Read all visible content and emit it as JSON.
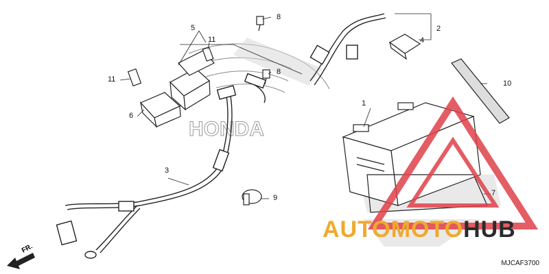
{
  "diagram": {
    "part_code": "MJCAF3700",
    "direction_label": "FR.",
    "brand_wordmark": "HONDA",
    "callouts": [
      {
        "id": "c1",
        "label": "1"
      },
      {
        "id": "c2",
        "label": "2"
      },
      {
        "id": "c3",
        "label": "3"
      },
      {
        "id": "c4",
        "label": "4"
      },
      {
        "id": "c5",
        "label": "5"
      },
      {
        "id": "c6",
        "label": "6"
      },
      {
        "id": "c7",
        "label": "7"
      },
      {
        "id": "c8a",
        "label": "8"
      },
      {
        "id": "c8b",
        "label": "8"
      },
      {
        "id": "c9",
        "label": "9"
      },
      {
        "id": "c10",
        "label": "10"
      },
      {
        "id": "c11a",
        "label": "11"
      },
      {
        "id": "c11b",
        "label": "11"
      }
    ]
  },
  "watermark": {
    "part1": "AUTOMOTO",
    "part2": "HUB",
    "color_primary": "#f0a92e",
    "color_secondary": "#2b2b2b",
    "triangle_color": "#e0404a"
  }
}
